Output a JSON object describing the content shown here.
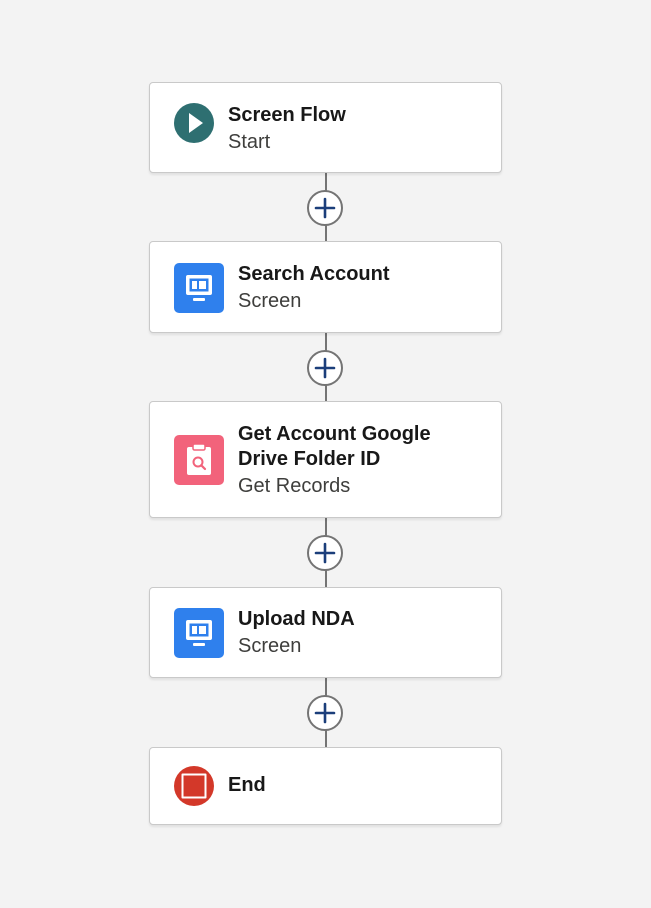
{
  "flow": {
    "start": {
      "title": "Screen Flow",
      "subtitle": "Start",
      "icon": "play-icon",
      "icon_color": "#2e6f71"
    },
    "nodes": [
      {
        "title": "Search Account",
        "subtitle": "Screen",
        "icon": "screen-icon",
        "icon_color": "#2f80ed"
      },
      {
        "title": "Get Account Google Drive Folder ID",
        "subtitle": "Get Records",
        "icon": "get-records-icon",
        "icon_color": "#f2637b"
      },
      {
        "title": "Upload NDA",
        "subtitle": "Screen",
        "icon": "screen-icon",
        "icon_color": "#2f80ed"
      }
    ],
    "end": {
      "title": "End",
      "icon": "stop-icon",
      "icon_color": "#d33829"
    },
    "add_button_icon": "plus-icon",
    "accent_colors": {
      "plus": "#1b3e7a",
      "connector": "#747474"
    }
  }
}
